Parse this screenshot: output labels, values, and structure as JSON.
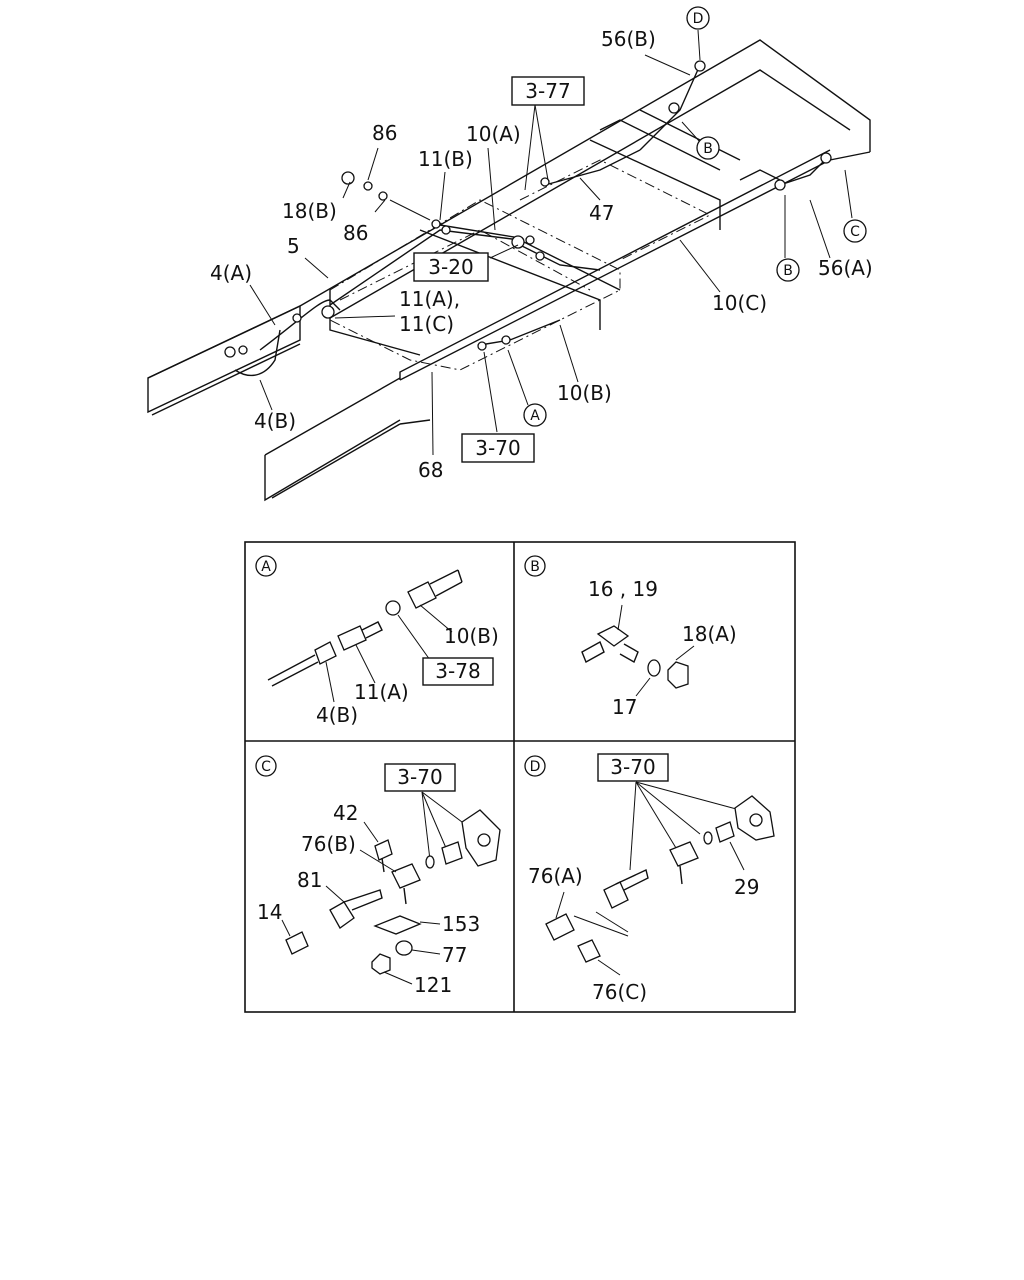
{
  "main": {
    "labels": {
      "d_marker": "D",
      "l56b": "56(B)",
      "ref377": "3-77",
      "l86a": "86",
      "l11b": "11(B)",
      "l10a": "10(A)",
      "b_marker1": "B",
      "c_marker": "C",
      "l18b": "18(B)",
      "l86b": "86",
      "l47": "47",
      "l5": "5",
      "ref320": "3-20",
      "l4a": "4(A)",
      "l11a_comma": "11(A),",
      "l11c": "11(C)",
      "b_marker2": "B",
      "l56a": "56(A)",
      "l10c": "10(C)",
      "l10b": "10(B)",
      "a_marker": "A",
      "l4b": "4(B)",
      "ref370": "3-70",
      "l68": "68"
    }
  },
  "detailA": {
    "marker": "A",
    "l10b": "10(B)",
    "ref378": "3-78",
    "l11a": "11(A)",
    "l4b": "4(B)"
  },
  "detailB": {
    "marker": "B",
    "l1619": "16 , 19",
    "l18a": "18(A)",
    "l17": "17"
  },
  "detailC": {
    "marker": "C",
    "ref370": "3-70",
    "l42": "42",
    "l76b": "76(B)",
    "l81": "81",
    "l14": "14",
    "l153": "153",
    "l77": "77",
    "l121": "121"
  },
  "detailD": {
    "marker": "D",
    "ref370": "3-70",
    "l76a": "76(A)",
    "l29": "29",
    "l76c": "76(C)"
  }
}
